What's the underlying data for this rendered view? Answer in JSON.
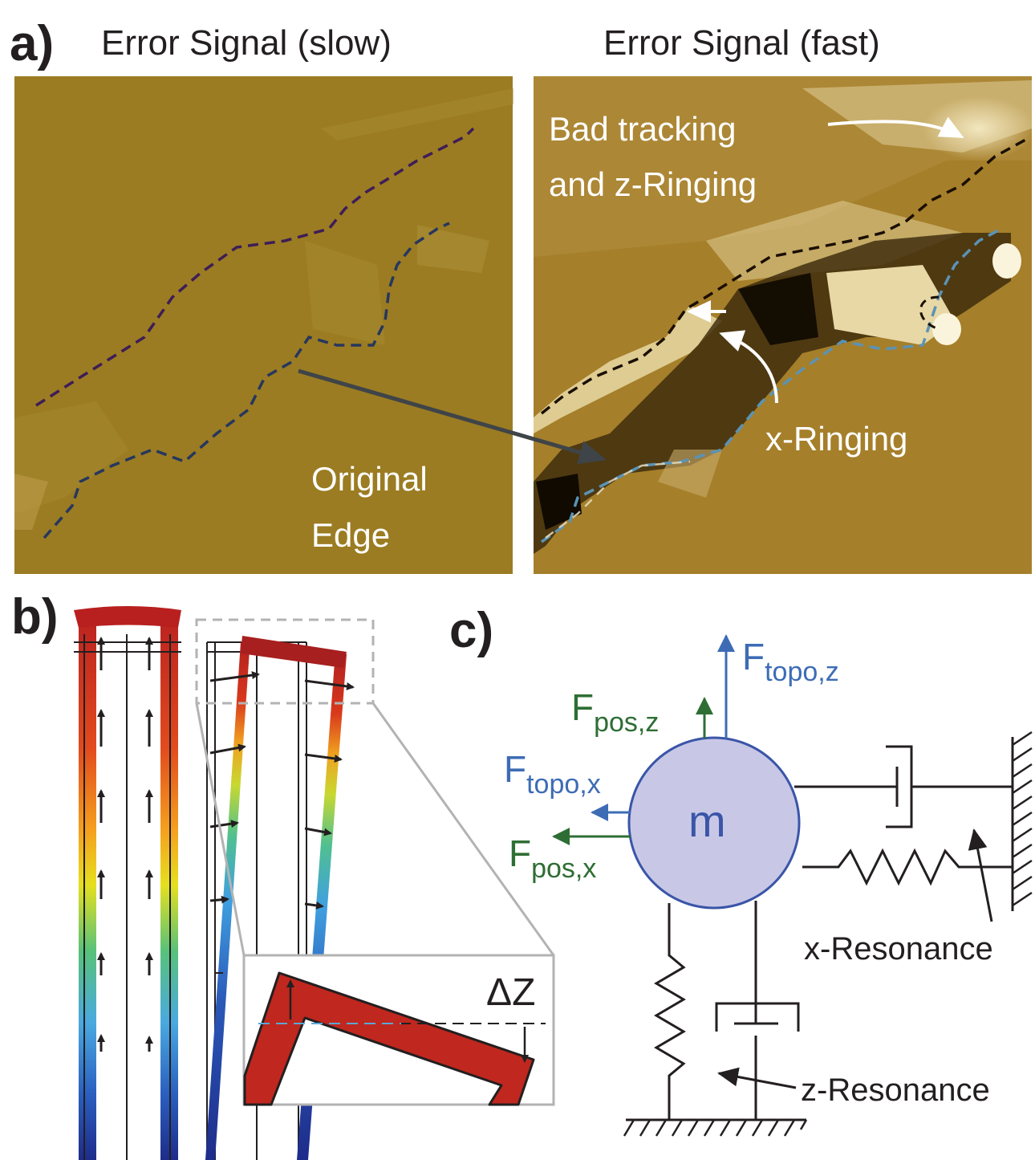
{
  "panels": {
    "a": {
      "letter": "a)",
      "left_title": "Error Signal (slow)",
      "right_title": "Error Signal (fast)",
      "annotations": {
        "bad_tracking_line1": "Bad tracking",
        "bad_tracking_line2": "and z-Ringing",
        "x_ringing": "x-Ringing",
        "original_line1": "Original",
        "original_line2": "Edge"
      },
      "colors": {
        "slow_bg": "#9b7c22",
        "fast_bg": "#a57f2a"
      }
    },
    "b": {
      "letter": "b)",
      "delta_label": "ΔZ",
      "colors": {
        "beam_hot": "#c0271e",
        "beam_cold": "#1e3c96"
      }
    },
    "c": {
      "letter": "c)",
      "mass_label": "m",
      "forces": {
        "topo_z": {
          "main": "F",
          "sub": "topo,z",
          "color": "#3d6cb5"
        },
        "pos_z": {
          "main": "F",
          "sub": "pos,z",
          "color": "#2e6e34"
        },
        "topo_x": {
          "main": "F",
          "sub": "topo,x",
          "color": "#3d6cb5"
        },
        "pos_x": {
          "main": "F",
          "sub": "pos,x",
          "color": "#2e6e34"
        }
      },
      "x_resonance": "x-Resonance",
      "z_resonance": "z-Resonance",
      "colors": {
        "mass_fill": "#c8c8e6",
        "mass_stroke": "#3a55a8"
      }
    }
  }
}
